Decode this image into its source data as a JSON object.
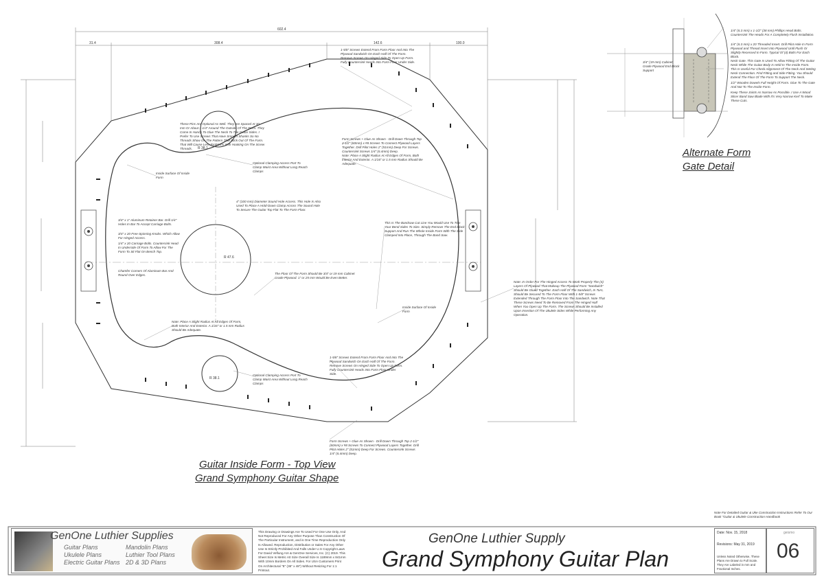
{
  "drawing": {
    "title_line1": "Guitar Inside Form - Top View",
    "title_line2": "Grand Symphony Guitar Shape",
    "overall_dim": "602.4",
    "sub_dims": [
      "31.4",
      "308.4",
      "142.6",
      "100.0"
    ],
    "radius_labels": [
      "R 38.1",
      "R 47.6",
      "R 38.1"
    ],
    "notes": {
      "screws_top": "1-5/8\" Screws Extend From Form Floor And Into The Plywood Sandwich On Each Half Of The Form. Remove Screws On Hinged Side To Open Up Form. Fully Countersink Heads Into Form Floor Under Side.",
      "pins": "These Pins Are Optional As Well. They Are Spaced At 30 mm Or About 1-1/4\" Around The Outside Of The Form. They Come In Handy To Glue The Neck To The Guitar Sides. I Prefer To Use Screws That Have Smooth Shanks So No Threads Show On The Pattern That Stick Out Of The Form. That Will Cause Less Problems With Hooking On The Screw Threads.",
      "form_screws_top": "Form Screws + Glue As Shown - Drill Down Through Top 2-1/2\" (60mm) x #8 Screws To Connect Plywood Layers Together. Drill Pilot Holes 2\" (51mm) Deep For Screws. Countersink Screws 1/4\" (6.4mm) Deep.",
      "radius_top": "Note: Place A Slight Radius At All Edges Of Form, Both Interior And Exterior. A 1/16\" or 1.5 mm Radius Should Be Adequate.",
      "clamp_top": "Optional Clamping Access Port To Clamp Waist Area Without Long Reach Clamps",
      "inside_surface_1": "Inside Surface Of Inside Form",
      "sound_hole": "4\" (100 mm) Diameter Sound Hole Access. This Hole Is Also Used To Place A Hold-Down Clamp Across The Sound Hole To Secure The Guitar Top Flat To The Form Floor.",
      "bar": "3/4\" x 1\" Aluminum Retainer Bar. Drill 1/4\" Holes In Bar To Accept Carriage Bolts.",
      "knobs": "3/4\" x 20 Free-Spinning Knobs. Which Allow For Hinged Access.",
      "carriage": "1/4\" x 20 Carriage Bolts. Countersink Head In Underside Of Form To Allow For The Form To Sit Flat On Bench Top.",
      "chamfer": "Chamfer Corners Of Aluminum Bar And Round Over Edges.",
      "bandsaw": "This Is The Bandsaw Cut Line You Would Use To Trim Your Bend Sides To Size. Simply Remove The End Block Support And Run The Whole Inside Form With The Side Clamped Into Place, Through The Band Saw.",
      "floor": "The Floor Of The Form Should Be 3/4\" or 19 mm Cabinet Grade Plywood. 1\" or 25 mm Would Be Even Better.",
      "hinged": "Note: In Order For The Hinged Access To Work Properly The (4) Layers Of Plywood That Makeup The Plywood Form \"Sandwich\" Should Be Glued Together. Each Half Of The Sandwich, In Turn, Should Be Secured To The Form Floor With 1-5/8\" Screws Extended Through The Form Floor Into The Sandwich. Note That These Screws Need To Be Removed From The Hinged Half When You Open Up The Form. The Screws Should Be Installed Upon Insertion Of The Ukulele Sides While Performing Any Operation.",
      "inside_surface_2": "Inside Surface Of Inside Form",
      "radius_bottom": "Note: Place A Slight Radius At All Edges Of Form, Both Interior And Exterior. A 1/16\" or 1.5 mm Radius Should Be Adequate.",
      "screws_bottom": "1-5/8\" Screws Extend From Form Floor And Into The Plywood Sandwich On Each Half Of The Form. Remove Screws On Hinged Side To Open Up Form. Fully Countersink Heads Into Form Floor Under Side.",
      "clamp_bottom": "Optional Clamping Access Port To Clamp Waist Area Without Long Reach Clamps",
      "form_screws_bottom": "Form Screws + Glue As Shown - Drill Down Through Top 2-1/2\" (60mm) x #8 Screws To Connect Plywood Layers Together. Drill Pilot Holes 2\" (51mm) Deep For Screws. Countersink Screws 1/4\" (6.4mm) Deep."
    }
  },
  "detail": {
    "title_line1": "Alternate Form",
    "title_line2": "Gate Detail",
    "notes": [
      "1/4\" (6.3 mm) x 1-1/2\" (38 mm) Phillips Head Bolts. Countersink The Heads For A Completely Flush Installation.",
      "1/4\" (6.3 mm) x 20 Threaded Insert. Drill Pilot Hole In Form Plywood and Thread Insert Into Plywood Until Flush Or Slightly Recessed In Form. Typical Of (4) Bolts For Each Block.",
      "Neck Gate. This Gate Is Used To Allow Fitting Of The Guitar Neck While The Guitar Body Is Held In The Inside Form. This Is Useful For Check Alignment Of The Neck And Setting Neck Connection. Find Fitting and Side Fitting. You Should Extend The Floor Of The Form To Support The Neck.",
      "1/2\" Wooden Dowels Full Height Of Form. Glue To The Gate And Not To The Inside Form.",
      "Keep These Joints As Narrow As Possible. I Use A Wood Slicer Band Saw Blade With It's Very Narrow Kerf To Make These Cuts."
    ],
    "side_note": "3/4\" (19 mm) Cabinet Grade Plywood End Block Support"
  },
  "title_block": {
    "company": "GenOne Luthier Supplies",
    "links_left": [
      "Guitar Plans",
      "Ukulele Plans",
      "Electric Guitar Plans"
    ],
    "links_right": [
      "Mandolin Plans",
      "Luthier Tool Plans",
      "2D & 3D Plans"
    ],
    "copyright": "This Drawing or Drawings Are To Used For One Use Only, And Not Reproduced For Any Other Purpose Than Construction Of The Particular Instrument, and is One Time Reproduction Only Is Allowed. Reproduction, Distribution or Sales For Any Other Use Is Strictly Prohibited And Falls Under U.S Copyright Laws For David Veflung AIA & GenOne Services, Inc. (C) 2019. This Sheet Size Is Metric A0 Size Overall Size Is 1189mm x 841mm With 10mm Borders On All Sides. For USA Customers Print On Architectural \"E\" (36\" x 48\") Without Resizing For 1:1 Printout.",
    "supply": "GenOne Luthier Supply",
    "plan_name": "Grand Symphony Guitar Plan",
    "date": "Date: Nov. 15, 2018",
    "revision": "Revisions: May 31, 2019",
    "scale_note": "Unless Noted Otherwise, These Plans Are Drawn to Full Scale. They Are Labeled in mm and Fractional Inches.",
    "initials": "geismo",
    "sheet": "06",
    "note_top": "Note For Detailed Guitar & Uke Construction Instructions Refer To Our Book \"Guitar & Ukulele Construction Handbook"
  }
}
